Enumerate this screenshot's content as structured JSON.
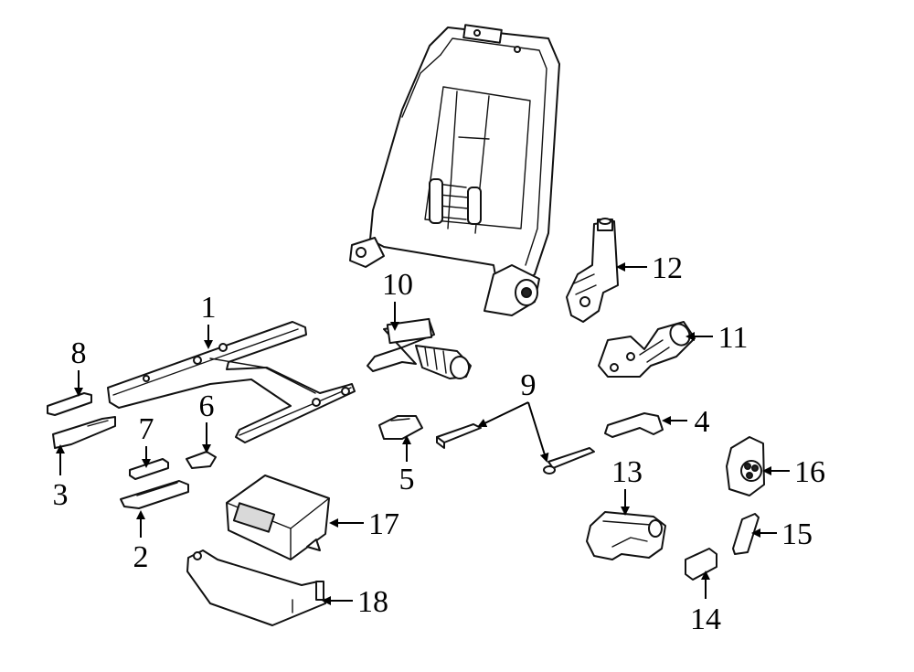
{
  "callouts": {
    "c1": "1",
    "c2": "2",
    "c3": "3",
    "c4": "4",
    "c5": "5",
    "c6": "6",
    "c7": "7",
    "c8": "8",
    "c9": "9",
    "c10": "10",
    "c11": "11",
    "c12": "12",
    "c13": "13",
    "c14": "14",
    "c15": "15",
    "c16": "16",
    "c17": "17",
    "c18": "18"
  },
  "colors": {
    "line": "#111111",
    "background": "#ffffff",
    "shade": "#d9d9d9"
  }
}
